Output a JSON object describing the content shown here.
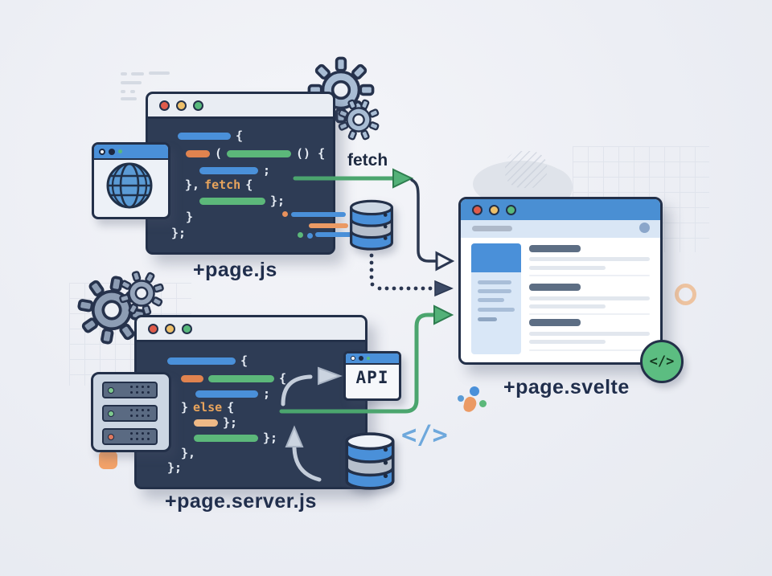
{
  "editor_top": {
    "label": "+page.js",
    "tokens": {
      "l1": "{",
      "l2a": "(",
      "l2b": "() {",
      "l3": ";",
      "l4a": "},",
      "l4kw": "fetch",
      "l4b": "{",
      "l5": "};",
      "l6": "}",
      "l7": "};"
    }
  },
  "editor_bottom": {
    "label": "+page.server.js",
    "tokens": {
      "l1": "{",
      "l2": "{",
      "l3": ";",
      "l4a": "}",
      "l4kw": "else",
      "l4b": "{",
      "l5": "};",
      "l6": "};",
      "l7": "},",
      "l8": "};"
    }
  },
  "browser": {
    "label": "+page.svelte"
  },
  "arrows": {
    "fetch_label": "fetch"
  },
  "api": {
    "label": "API"
  },
  "glyphs": {
    "code_inline": "</>",
    "code_badge": "</>"
  },
  "icons": {
    "globe_browser": "browser-window-with-globe",
    "server_rack": "server-rack-3u",
    "database_top": "database-cylinder",
    "database_bottom": "database-cylinder",
    "gears_top_right": "two-gears",
    "gears_bottom_left": "two-gears",
    "code_badge": "code-slash-circle"
  },
  "colors": {
    "accent_blue": "#4a90d9",
    "accent_green": "#5cb87a",
    "accent_orange": "#e0834f",
    "editor_bg": "#2e3c55",
    "outline_navy": "#233049",
    "arrow_green": "#4ba56e",
    "browser_header_blue": "#4a8fd3"
  }
}
